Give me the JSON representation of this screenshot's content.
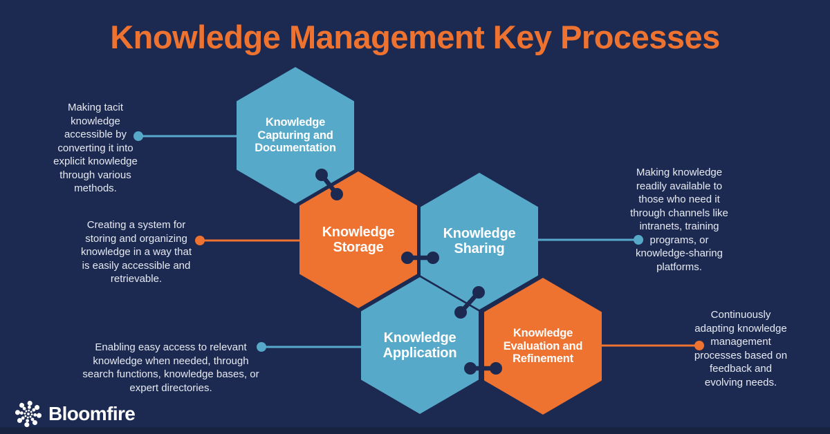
{
  "title": "Knowledge Management Key Processes",
  "colors": {
    "navy": "#1C2A52",
    "navy_dark": "#182342",
    "blue": "#57A9C9",
    "orange": "#EE7230",
    "text_light": "#E7EAF2",
    "white": "#FFFFFF"
  },
  "hexagons": [
    {
      "label": "Knowledge\nCapturing and\nDocumentation",
      "color": "#57A9C9"
    },
    {
      "label": "Knowledge\nStorage",
      "color": "#EE7230"
    },
    {
      "label": "Knowledge\nSharing",
      "color": "#57A9C9"
    },
    {
      "label": "Knowledge\nApplication",
      "color": "#57A9C9"
    },
    {
      "label": "Knowledge\nEvaluation and\nRefinement",
      "color": "#EE7230"
    }
  ],
  "annotations": [
    {
      "text": "Making tacit\nknowledge\naccessible by\nconverting it into\nexplicit knowledge\nthrough various\nmethods."
    },
    {
      "text": "Creating a system for\nstoring and organizing\nknowledge in a way that\nis easily accessible and\nretrievable."
    },
    {
      "text": "Making knowledge\nreadily available to\nthose who need it\nthrough channels like\nintranets, training\nprograms, or\nknowledge-sharing\nplatforms."
    },
    {
      "text": "Enabling easy access to relevant\nknowledge when needed, through\nsearch functions, knowledge bases, or\nexpert directories."
    },
    {
      "text": "Continuously\nadapting knowledge\nmanagement\nprocesses based on\nfeedback and\nevolving needs."
    }
  ],
  "brand": {
    "name": "Bloomfire"
  }
}
